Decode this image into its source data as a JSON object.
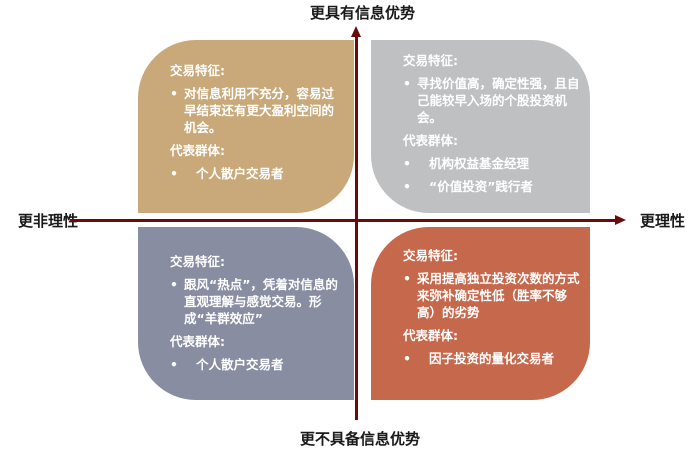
{
  "axes": {
    "top": "更具有信息优势",
    "bottom": "更不具备信息优势",
    "left": "更非理性",
    "right": "更理性",
    "color": "#6b0a0a"
  },
  "quadrants": {
    "top_left": {
      "color": "#c9a97a",
      "heading_traits": "交易特征:",
      "traits": [
        "对信息利用不充分，容易过早结束还有更大盈利空间的机会。"
      ],
      "heading_groups": "代表群体:",
      "groups": [
        "个人散户交易者"
      ]
    },
    "top_right": {
      "color": "#bfc0c2",
      "heading_traits": "交易特征:",
      "traits": [
        "寻找价值高，确定性强，且自己能较早入场的个股投资机会。"
      ],
      "heading_groups": "代表群体:",
      "groups": [
        "机构权益基金经理",
        "“价值投资”践行者"
      ]
    },
    "bottom_left": {
      "color": "#888da1",
      "heading_traits": "交易特征:",
      "traits": [
        "跟风“热点”，凭着对信息的直观理解与感觉交易。形成“羊群效应”"
      ],
      "heading_groups": "代表群体:",
      "groups": [
        "个人散户交易者"
      ]
    },
    "bottom_right": {
      "color": "#c6684c",
      "heading_traits": "交易特征:",
      "traits": [
        "采用提高独立投资次数的方式来弥补确定性低（胜率不够高）的劣势"
      ],
      "heading_groups": "代表群体:",
      "groups": [
        "因子投资的量化交易者"
      ]
    }
  },
  "bullet_symbol": "•"
}
